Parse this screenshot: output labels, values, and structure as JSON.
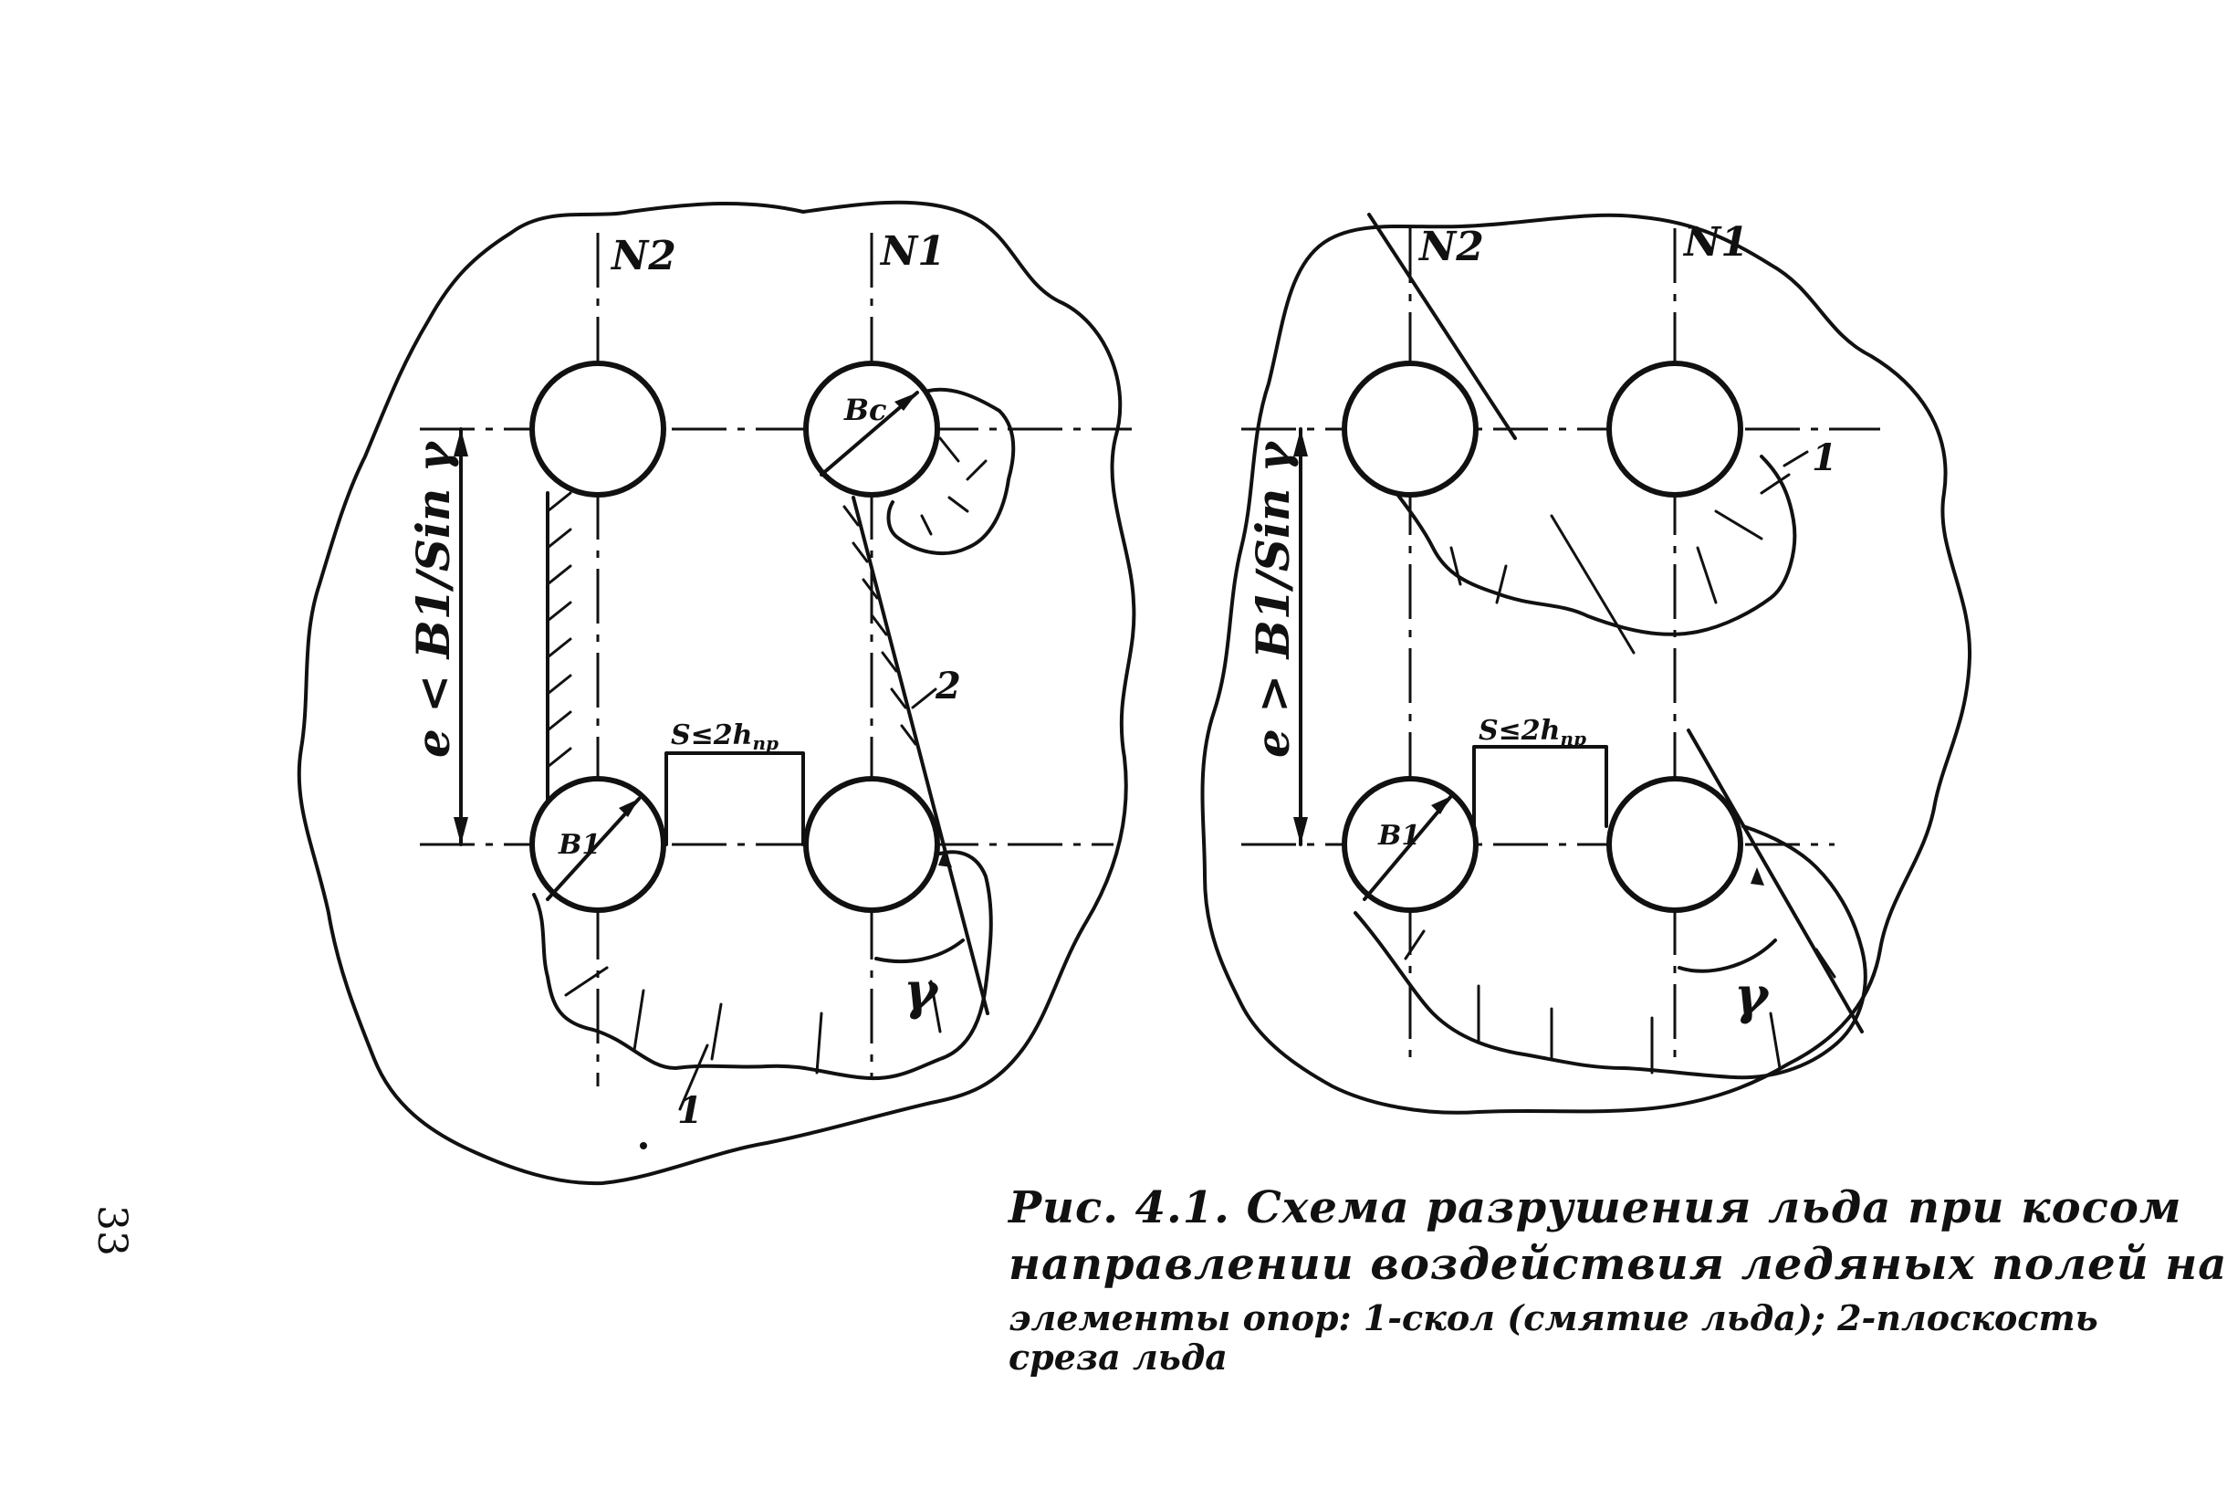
{
  "figure": {
    "left": {
      "axis_n2": "N2",
      "axis_n1": "N1",
      "pile_label_top": "Bc",
      "pile_label_bottom": "B1",
      "dimension_vertical": "e < B1/Sin γ",
      "dimension_spacing": "S≤2h",
      "dimension_spacing_sub": "пр",
      "angle": "γ",
      "callout_1": "1",
      "callout_2": "2"
    },
    "right": {
      "axis_n2": "N2",
      "axis_n1": "N1",
      "pile_label_bottom": "B1",
      "dimension_vertical": "e > B1/Sin γ",
      "dimension_spacing": "S≤2h",
      "dimension_spacing_sub": "пр",
      "angle": "γ",
      "callout_1": "1"
    }
  },
  "caption": {
    "line1": "Рис. 4.1. Схема разрушения льда при косом",
    "line2": "направлении воздействия ледяных полей на",
    "line3": "элементы опор: 1-скол (смятие льда); 2-плоскость",
    "line4": "среза льда"
  },
  "page_number": "33"
}
